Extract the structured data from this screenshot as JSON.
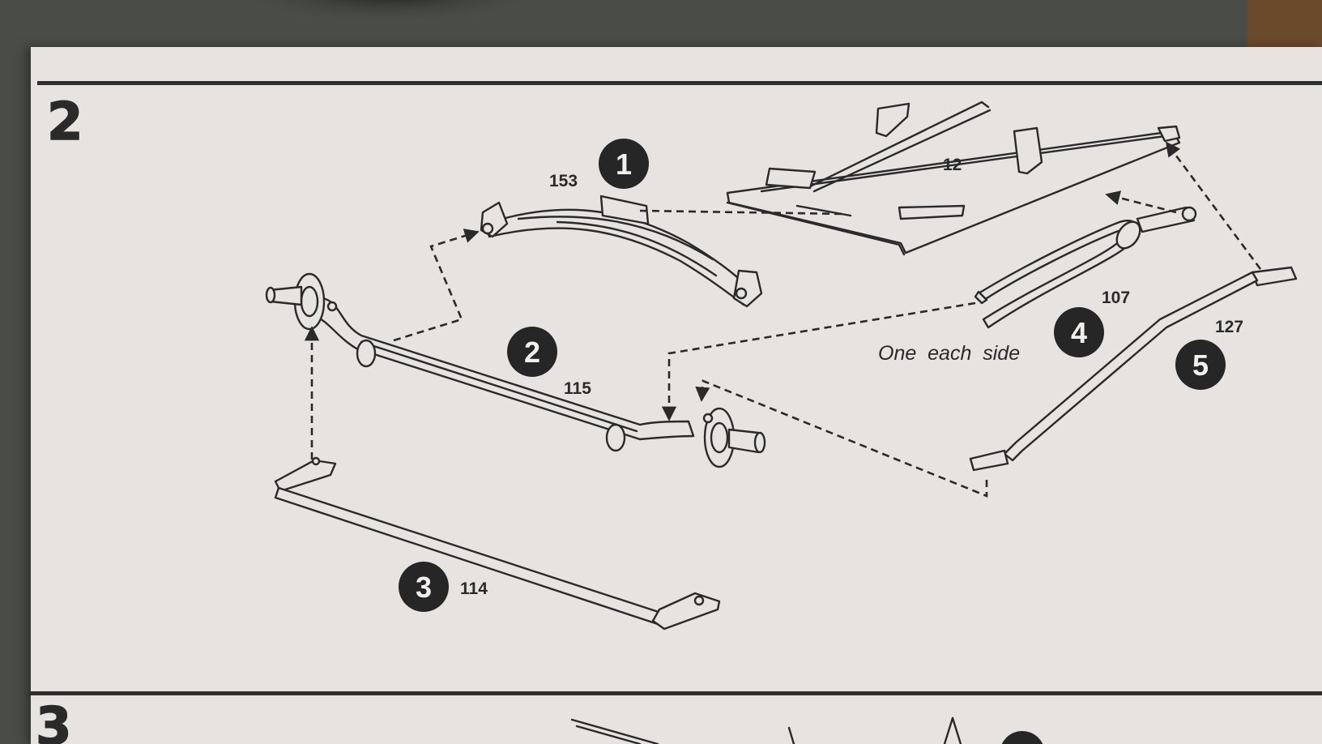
{
  "colors": {
    "ink": "#2a2a2a",
    "paper": "#e6e3e1",
    "backdrop": "#4a4d47"
  },
  "steps": {
    "current": "2",
    "next": "3"
  },
  "parts": {
    "frame": {
      "number": "12"
    },
    "spring": {
      "badge": "1",
      "number": "153"
    },
    "axle": {
      "badge": "2",
      "number": "115"
    },
    "tie_rod": {
      "badge": "3",
      "number": "114"
    },
    "radius_rod": {
      "badge": "4",
      "number": "107"
    },
    "drag_link": {
      "badge": "5",
      "number": "127"
    }
  },
  "note": "One  each  side"
}
